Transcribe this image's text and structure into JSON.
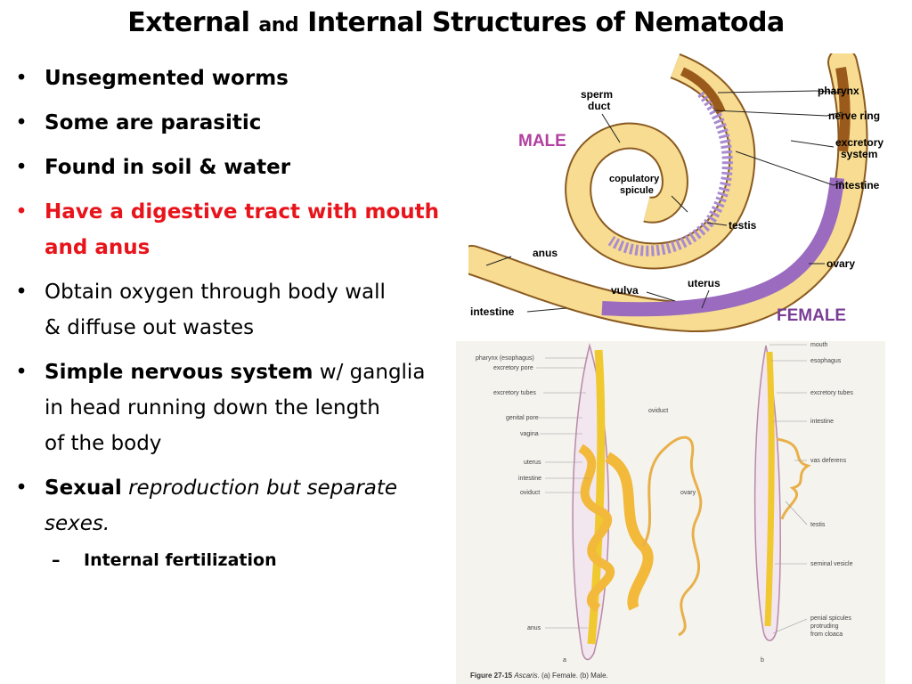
{
  "title": {
    "part1": "External",
    "part2": "and",
    "part3": "Internal Structures of  Nematoda"
  },
  "bullets": [
    {
      "text": "Unsegmented worms"
    },
    {
      "text": "Some are parasitic"
    },
    {
      "text": "Found in soil & water"
    },
    {
      "line1": "Have a digestive tract with mouth",
      "line2": "and anus"
    },
    {
      "line1": "Obtain oxygen through body wall",
      "line2": "& diffuse out wastes"
    },
    {
      "bold": "Simple nervous system",
      "rest1": " w/ ganglia",
      "line2": "in head running down the length",
      "line3": "of the body"
    },
    {
      "bold": "Sexual",
      "rest1": " reproduction but separate",
      "line2": "sexes."
    }
  ],
  "sub_bullet": "Internal fertilization",
  "figure_top": {
    "male": "MALE",
    "female": "FEMALE",
    "labels": {
      "sperm1": "sperm",
      "sperm2": "duct",
      "copulatory1": "copulatory",
      "copulatory2": "spicule",
      "testis": "testis",
      "anus": "anus",
      "intestine_left": "intestine",
      "vulva": "vulva",
      "uterus": "uterus",
      "pharynx": "pharynx",
      "nerve_ring": "nerve ring",
      "excretory1": "excretory",
      "excretory2": "system",
      "intestine_right": "intestine",
      "ovary": "ovary"
    },
    "colors": {
      "male": "#b23fa0",
      "female": "#7a3d96",
      "body": "#f5d98a",
      "pharynx": "#9a5a1c"
    }
  },
  "figure_bottom": {
    "left_labels": [
      "pharynx (esophagus)",
      "excretory pore",
      "excretory tubes",
      "genital pore",
      "vagina",
      "uterus",
      "intestine",
      "oviduct",
      "anus"
    ],
    "middle_labels": [
      "oviduct",
      "ovary"
    ],
    "right_labels": [
      "mouth",
      "esophagus",
      "excretory tubes",
      "intestine",
      "vas deferens",
      "testis",
      "seminal vesicle",
      "penial spicules",
      "protruding",
      "from cloaca"
    ],
    "panel_a": "a",
    "panel_b": "b",
    "caption_bold": "Figure 27-15",
    "caption_italic": "Ascaris.",
    "caption_rest": " (a) Female. (b) Male."
  }
}
